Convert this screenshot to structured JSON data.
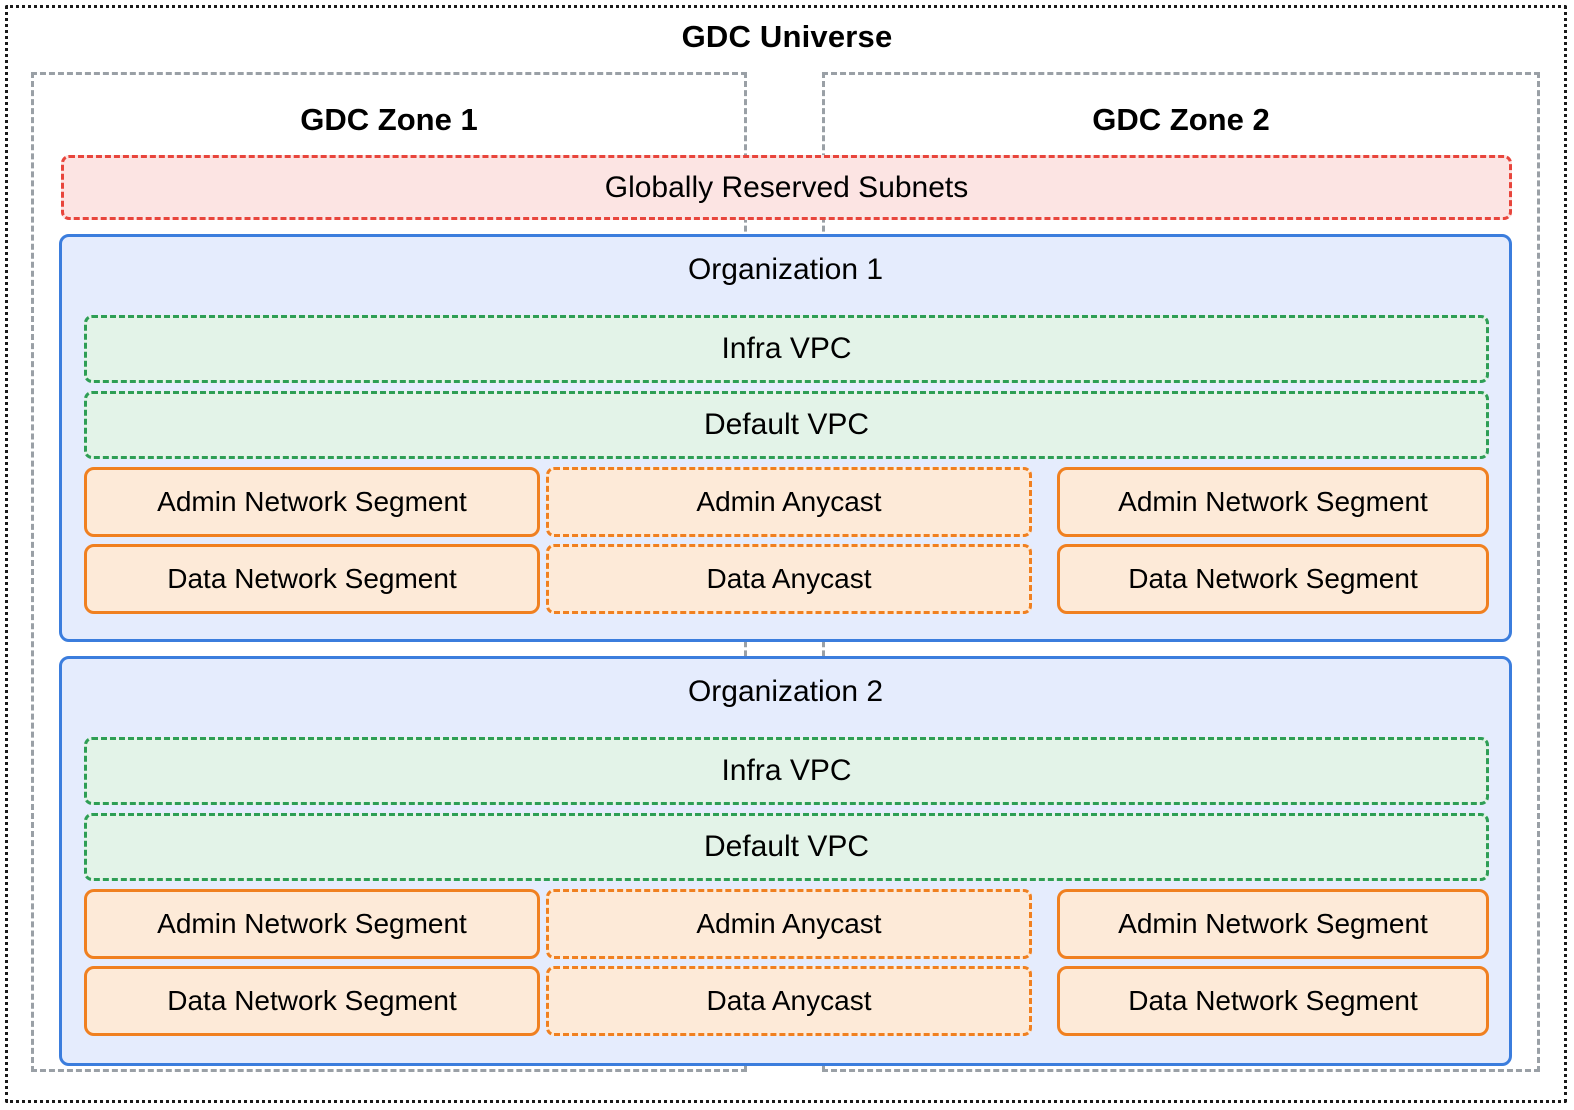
{
  "diagram": {
    "title": "GDC Universe",
    "type": "architecture-diagram",
    "colors": {
      "universe_border": "#1a1a1a",
      "zone_border": "#9aa0a6",
      "global_subnet_border": "#e8453c",
      "global_subnet_fill": "#fce4e3",
      "org_border": "#3b7ddd",
      "org_fill": "#e5ecfd",
      "vpc_border": "#2e9e55",
      "vpc_fill": "#e3f3e8",
      "segment_border": "#f08020",
      "segment_fill": "#fdead8"
    },
    "zones": [
      {
        "label": "GDC Zone 1"
      },
      {
        "label": "GDC Zone 2"
      }
    ],
    "global_subnets": {
      "label": "Globally Reserved Subnets"
    },
    "organizations": [
      {
        "label": "Organization 1",
        "vpcs": [
          {
            "label": "Infra VPC"
          },
          {
            "label": "Default VPC"
          }
        ],
        "rows": [
          {
            "left": "Admin Network Segment",
            "middle": "Admin Anycast",
            "right": "Admin Network Segment"
          },
          {
            "left": "Data Network Segment",
            "middle": "Data Anycast",
            "right": "Data Network Segment"
          }
        ]
      },
      {
        "label": "Organization 2",
        "vpcs": [
          {
            "label": "Infra VPC"
          },
          {
            "label": "Default VPC"
          }
        ],
        "rows": [
          {
            "left": "Admin Network Segment",
            "middle": "Admin Anycast",
            "right": "Admin Network Segment"
          },
          {
            "left": "Data Network Segment",
            "middle": "Data Anycast",
            "right": "Data Network Segment"
          }
        ]
      }
    ]
  }
}
